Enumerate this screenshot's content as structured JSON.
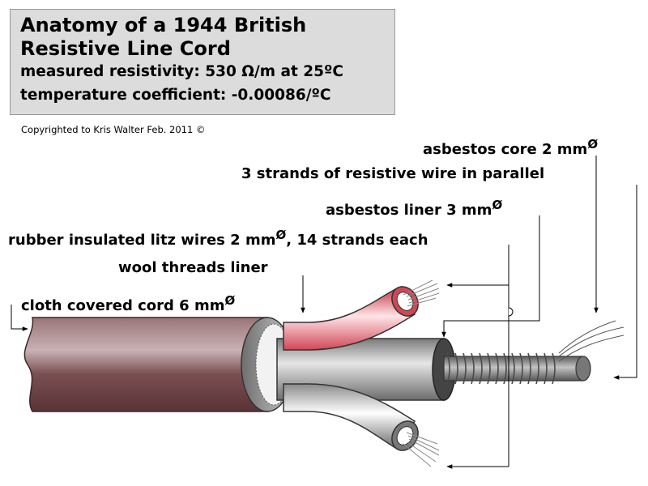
{
  "title_box": {
    "title_line1": "Anatomy of a 1944 British",
    "title_line2": "Resistive Line Cord",
    "resistivity": "measured resistivity:  530 Ω/m at 25ºC",
    "temp_coefficient": "temperature coefficient:  -0.00086/ºC"
  },
  "copyright": "Copyrighted to Kris Walter Feb. 2011 ©",
  "labels": {
    "asbestos_core": "asbestos core 2 mm",
    "resistive_wire": "3 strands of resistive wire in parallel",
    "asbestos_liner": "asbestos liner 3 mm",
    "litz_wires_a": "rubber insulated litz wires 2 mm",
    "litz_wires_b": ",  14 strands each",
    "wool_liner": "wool threads liner",
    "cloth_cord": "cloth covered cord 6 mm",
    "diameter_symbol": "Ø"
  },
  "colors": {
    "outer_jacket": "#7a4f52",
    "red_wire": "#e05a68",
    "white_wire": "#d8d8d8",
    "liner_grey": "#a8a8a8",
    "core_grey": "#8c8c8c",
    "title_bg": "#dcdcdc"
  }
}
